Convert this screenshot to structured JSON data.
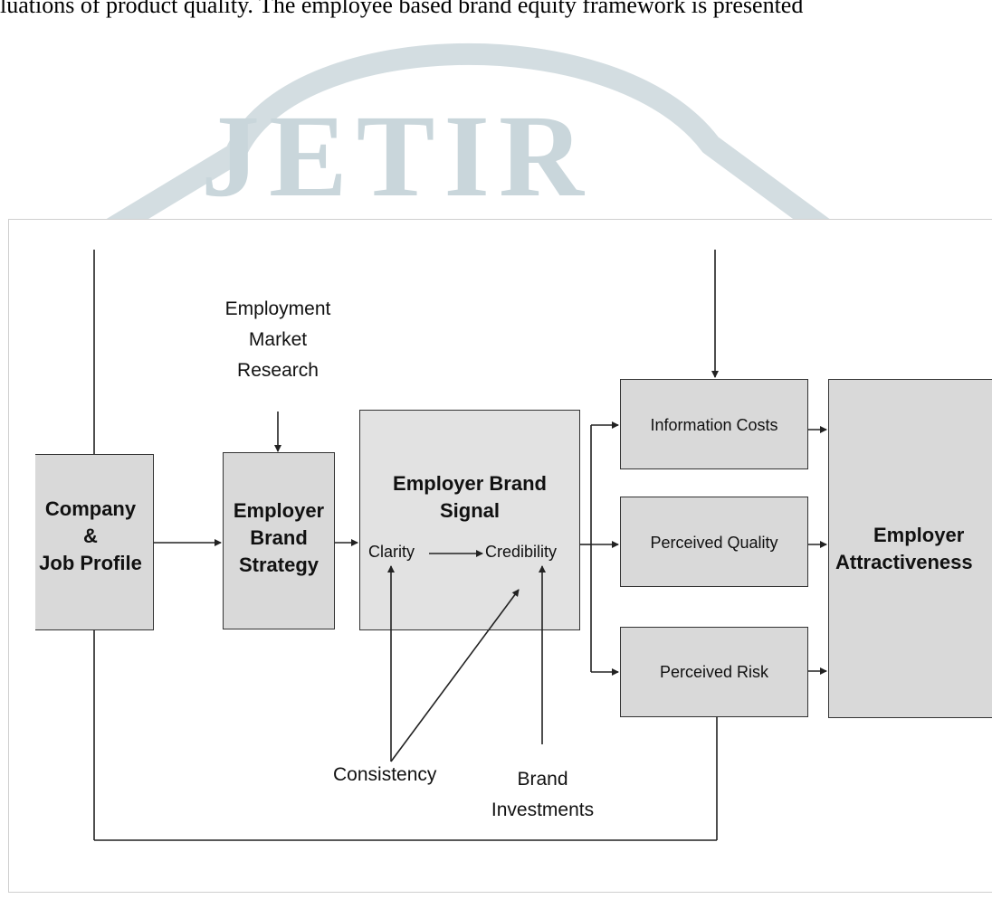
{
  "page": {
    "top_line": "luations of product quality. The employee based brand equity framework is presented"
  },
  "watermark": {
    "text": "JETIR"
  },
  "diagram": {
    "company_profile": [
      "Company",
      "&",
      "Job Profile"
    ],
    "employment_research": [
      "Employment",
      "Market",
      "Research"
    ],
    "brand_strategy": [
      "Employer",
      "Brand",
      "Strategy"
    ],
    "brand_signal": [
      "Employer Brand",
      "Signal"
    ],
    "clarity": "Clarity",
    "credibility": "Credibility",
    "consistency": "Consistency",
    "brand_investments": [
      "Brand",
      "Investments"
    ],
    "information_costs": "Information Costs",
    "perceived_quality": "Perceived Quality",
    "perceived_risk": "Perceived Risk",
    "attractiveness": [
      "Employer",
      "Attractiveness"
    ]
  }
}
